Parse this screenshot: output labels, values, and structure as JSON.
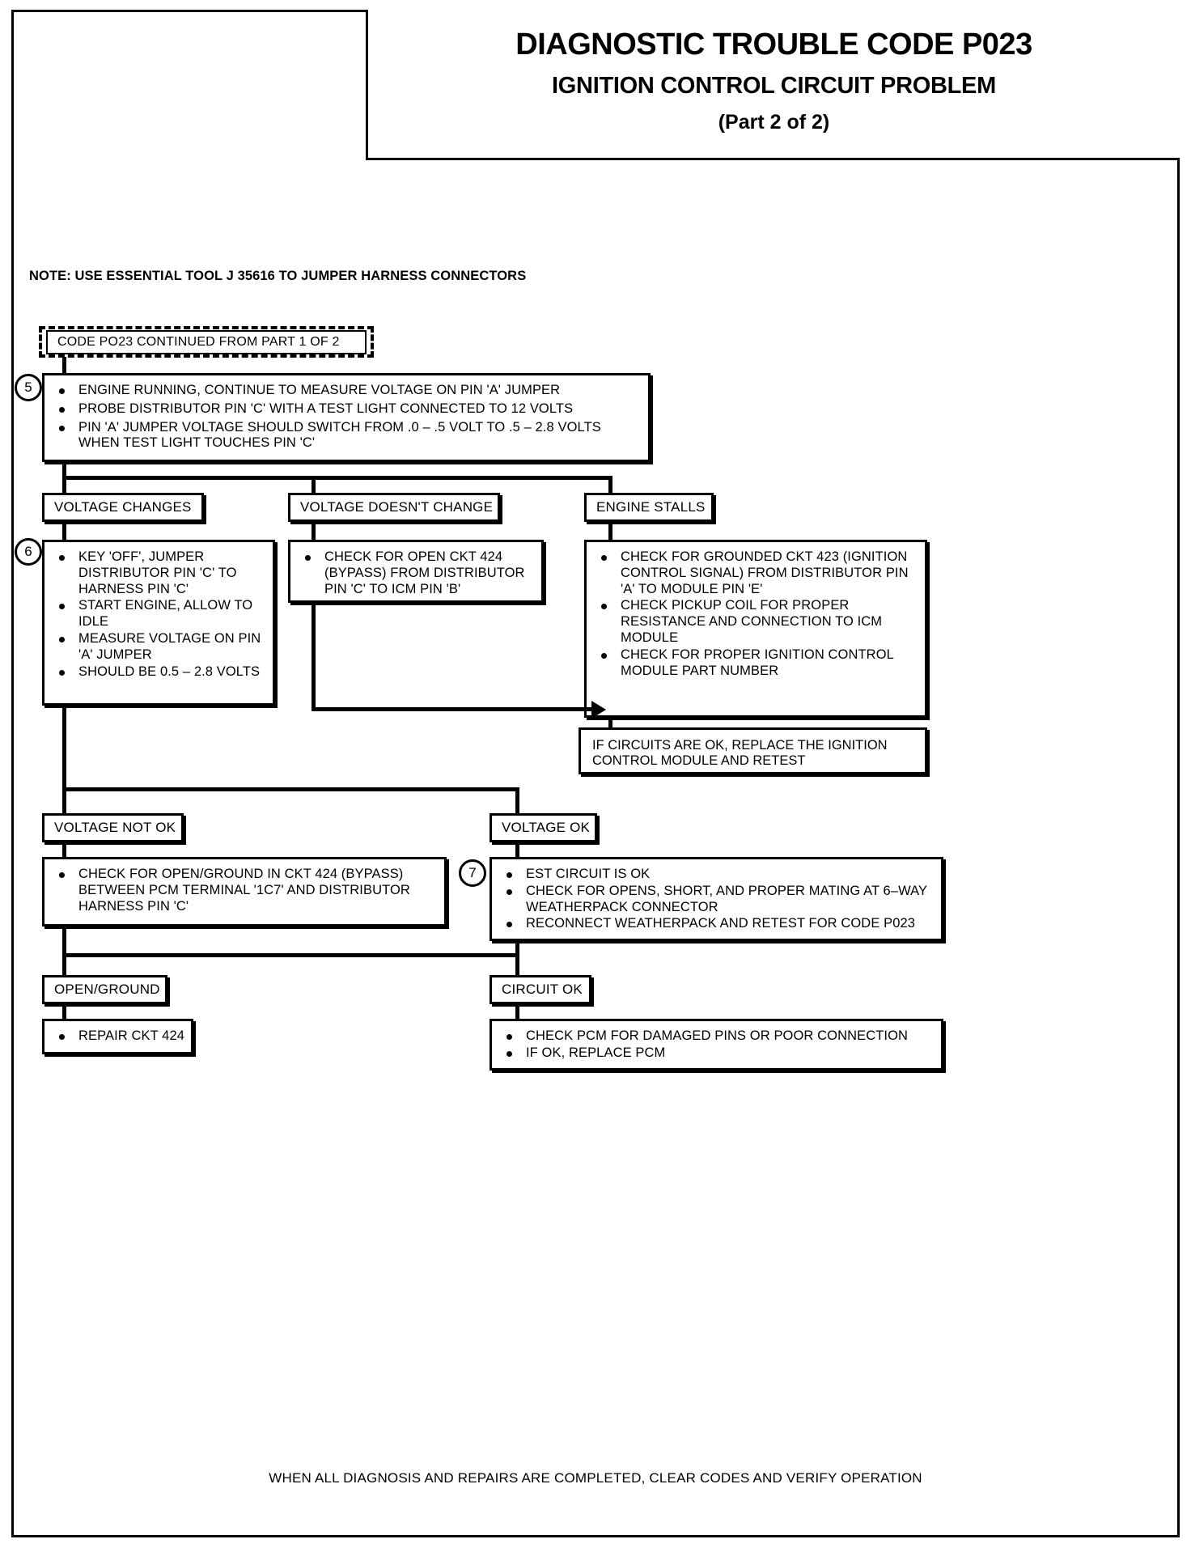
{
  "document": {
    "title_main": "DIAGNOSTIC TROUBLE CODE P023",
    "title_sub": "IGNITION CONTROL CIRCUIT PROBLEM",
    "title_part": "(Part 2 of 2)",
    "note": "NOTE:  USE ESSENTIAL TOOL J  35616 TO JUMPER HARNESS CONNECTORS",
    "footer": "WHEN ALL DIAGNOSIS AND REPAIRS ARE COMPLETED, CLEAR CODES AND VERIFY OPERATION"
  },
  "entry": {
    "label": "CODE PO23 CONTINUED FROM PART 1 OF 2"
  },
  "steps": {
    "five": "5",
    "six": "6",
    "seven": "7"
  },
  "step5": {
    "bullets": [
      "ENGINE RUNNING, CONTINUE TO MEASURE VOLTAGE ON PIN 'A' JUMPER",
      "PROBE DISTRIBUTOR PIN 'C' WITH A TEST LIGHT CONNECTED TO 12 VOLTS",
      "PIN 'A' JUMPER VOLTAGE SHOULD SWITCH FROM .0 – .5 VOLT TO .5 – 2.8 VOLTS WHEN TEST LIGHT TOUCHES PIN 'C'"
    ]
  },
  "branches": {
    "voltage_changes": "VOLTAGE CHANGES",
    "voltage_doesnt_change": "VOLTAGE DOESN'T CHANGE",
    "engine_stalls": "ENGINE STALLS",
    "voltage_not_ok": "VOLTAGE NOT OK",
    "voltage_ok": "VOLTAGE OK",
    "open_ground": "OPEN/GROUND",
    "circuit_ok": "CIRCUIT OK"
  },
  "step6": {
    "bullets": [
      "KEY 'OFF', JUMPER DISTRIBUTOR PIN 'C' TO HARNESS PIN 'C'",
      "START ENGINE, ALLOW TO IDLE",
      "MEASURE VOLTAGE ON PIN 'A' JUMPER",
      "SHOULD BE 0.5 – 2.8 VOLTS"
    ]
  },
  "open_ckt424": {
    "bullets": [
      "CHECK FOR OPEN CKT 424 (BYPASS) FROM DISTRIBUTOR PIN 'C' TO ICM PIN 'B'"
    ]
  },
  "stalls_checks": {
    "bullets": [
      "CHECK FOR GROUNDED CKT 423 (IGNITION CONTROL SIGNAL) FROM DISTRIBUTOR PIN 'A' TO MODULE PIN 'E'",
      "CHECK PICKUP COIL FOR PROPER RESISTANCE AND CONNECTION TO ICM MODULE",
      "CHECK FOR PROPER IGNITION CONTROL MODULE PART NUMBER"
    ]
  },
  "replace_icm": {
    "text": "IF CIRCUITS ARE OK, REPLACE THE IGNITION CONTROL MODULE AND RETEST"
  },
  "check_open_ground": {
    "bullets": [
      "CHECK FOR OPEN/GROUND IN CKT 424 (BYPASS) BETWEEN PCM TERMINAL '1C7' AND DISTRIBUTOR HARNESS PIN 'C'"
    ]
  },
  "step7": {
    "bullets": [
      "EST CIRCUIT IS OK",
      "CHECK FOR OPENS, SHORT, AND PROPER MATING AT 6–WAY WEATHERPACK CONNECTOR",
      "RECONNECT WEATHERPACK AND RETEST FOR CODE P023"
    ]
  },
  "repair_ckt": {
    "bullets": [
      "REPAIR CKT 424"
    ]
  },
  "pcm_checks": {
    "bullets": [
      "CHECK PCM FOR DAMAGED PINS OR POOR CONNECTION",
      "IF OK,  REPLACE PCM"
    ]
  },
  "colors": {
    "ink": "#000000",
    "paper": "#ffffff"
  }
}
